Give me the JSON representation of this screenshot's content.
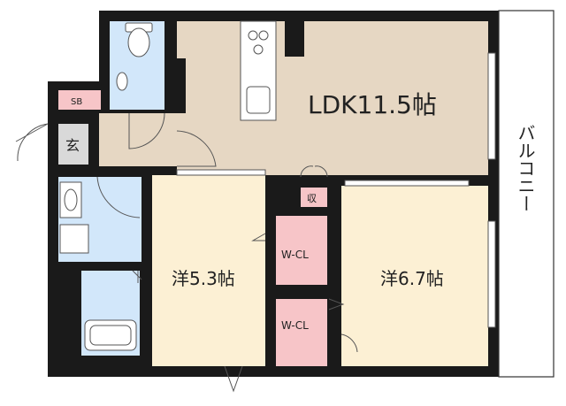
{
  "floorplan": {
    "rooms": {
      "ldk": "LDK11.5帖",
      "western_1": "洋5.3帖",
      "western_2": "洋6.7帖",
      "wic_1": "W-CL",
      "wic_2": "W-CL",
      "storage": "収",
      "shoe_box": "SB",
      "entrance": "玄",
      "balcony": "バルコニー"
    },
    "colors": {
      "ldk": "#e6d7c3",
      "western": "#fcf0d4",
      "wet_area": "#d2e7fa",
      "closet": "#f7c5c8",
      "wall": "#1a1a1a",
      "entrance": "#d9d9d9"
    }
  }
}
